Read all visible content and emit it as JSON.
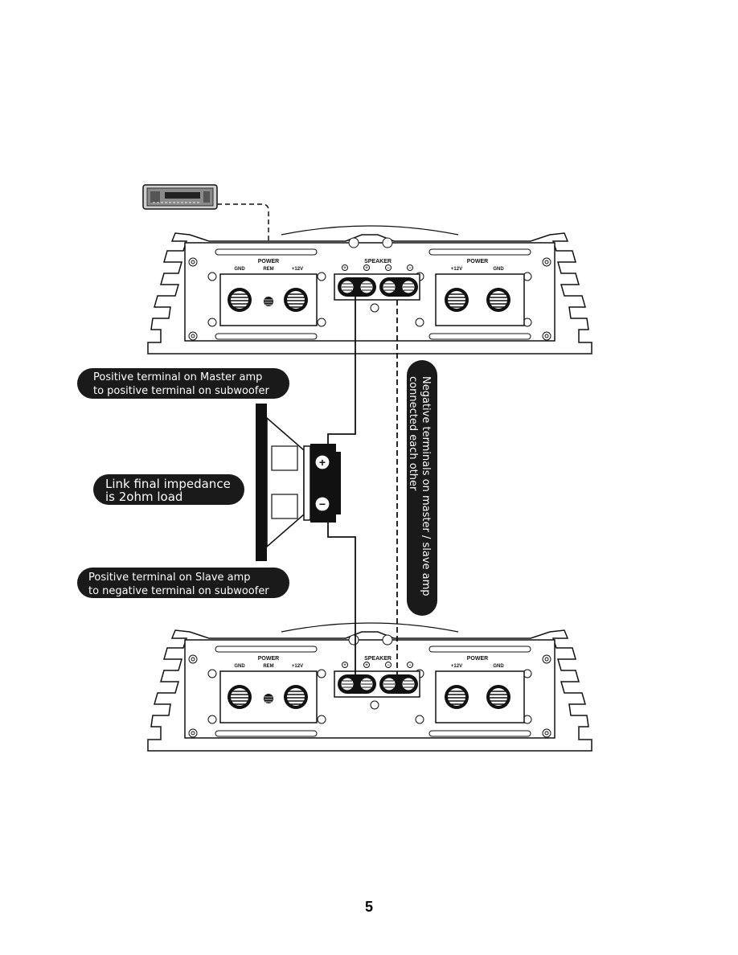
{
  "amplifiers": [
    {
      "role": "master",
      "power_left": {
        "title": "POWER",
        "labels": [
          "GND",
          "REM",
          "+12V"
        ]
      },
      "speaker": {
        "title": "SPEAKER",
        "signs": [
          "+",
          "+",
          "−",
          "−"
        ]
      },
      "power_right": {
        "title": "POWER",
        "labels": [
          "+12V",
          "GND"
        ]
      }
    },
    {
      "role": "slave",
      "power_left": {
        "title": "POWER",
        "labels": [
          "GND",
          "REM",
          "+12V"
        ]
      },
      "speaker": {
        "title": "SPEAKER",
        "signs": [
          "+",
          "+",
          "−",
          "−"
        ]
      },
      "power_right": {
        "title": "POWER",
        "labels": [
          "+12V",
          "GND"
        ]
      }
    }
  ],
  "callouts": {
    "master_positive": {
      "line1": "Positive terminal on Master amp",
      "line2": "to positive terminal on subwoofer"
    },
    "impedance": {
      "line1": "Link final impedance",
      "line2": "is 2ohm load"
    },
    "slave_positive": {
      "line1": "Positive terminal on Slave amp",
      "line2": "to negative terminal on subwoofer"
    },
    "negative": {
      "line1": "Negative terminals on master / slave amp",
      "line2": "connected each other"
    }
  },
  "subwoofer": {
    "plus": "+",
    "minus": "−"
  },
  "page_number": "5",
  "colors": {
    "ink": "#111111",
    "callout_bg": "#1a1a1a",
    "callout_text": "#ffffff"
  }
}
